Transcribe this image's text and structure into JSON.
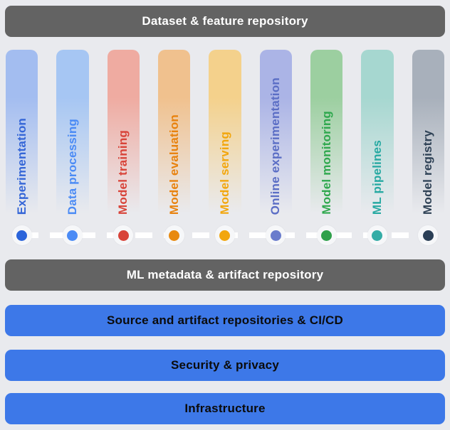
{
  "background_color": "#e9eaee",
  "columns": [
    {
      "label": "Experimentation",
      "fill": "#a3bdf0",
      "text_color": "#3566d7",
      "dot_color": "#2b64da"
    },
    {
      "label": "Data processing",
      "fill": "#a6c6f3",
      "text_color": "#4b8bf5",
      "dot_color": "#4b8bf5"
    },
    {
      "label": "Model training",
      "fill": "#efaba1",
      "text_color": "#d8443a",
      "dot_color": "#d8443a"
    },
    {
      "label": "Model evaluation",
      "fill": "#f0c18e",
      "text_color": "#e8820e",
      "dot_color": "#e8890f"
    },
    {
      "label": "Model serving",
      "fill": "#f4d18c",
      "text_color": "#f2a60d",
      "dot_color": "#f2a60d"
    },
    {
      "label": "Online experimentation",
      "fill": "#abb4e6",
      "text_color": "#5b6ec5",
      "dot_color": "#6a7ccc"
    },
    {
      "label": "Model monitoring",
      "fill": "#9ccfa0",
      "text_color": "#2fa84e",
      "dot_color": "#2fa04a"
    },
    {
      "label": "ML pipelines",
      "fill": "#a6d7d0",
      "text_color": "#27a9a2",
      "dot_color": "#34aca6"
    },
    {
      "label": "Model registry",
      "fill": "#a8b0bb",
      "text_color": "#2f4256",
      "dot_color": "#2b3f56"
    }
  ],
  "timeline": {
    "connector_color": "#ffffff",
    "halo_color": "#f6f7f9"
  },
  "bars": [
    {
      "id": "dataset",
      "label": "Dataset & feature repository",
      "bg": "#636363",
      "text_color": "#ffffff"
    },
    {
      "id": "metadata",
      "label": "ML metadata & artifact repository",
      "bg": "#636363",
      "text_color": "#ffffff"
    },
    {
      "id": "cicd",
      "label": "Source and artifact repositories & CI/CD",
      "bg": "#3d78e8",
      "text_color": "#0b0b0b"
    },
    {
      "id": "security",
      "label": "Security & privacy",
      "bg": "#3d78e8",
      "text_color": "#0b0b0b"
    },
    {
      "id": "infrastructure",
      "label": "Infrastructure",
      "bg": "#3d78e8",
      "text_color": "#0b0b0b"
    }
  ]
}
